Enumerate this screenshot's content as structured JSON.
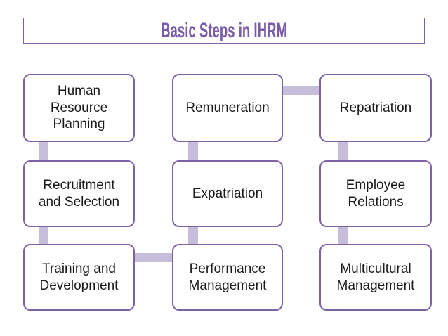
{
  "title": {
    "text": "Basic Steps in IHRM"
  },
  "colors": {
    "box_border": "#7E62A5",
    "connector_fill": "#C5BDD9",
    "title_text": "#7A5CA8",
    "box_text": "#1A1A1A",
    "background": "#FFFFFF"
  },
  "boxes": [
    {
      "name": "human-resource-planning",
      "label": "Human\nResource\nPlanning"
    },
    {
      "name": "remuneration",
      "label": "Remuneration"
    },
    {
      "name": "repatriation",
      "label": "Repatriation"
    },
    {
      "name": "recruitment-and-selection",
      "label": "Recruitment\nand Selection"
    },
    {
      "name": "expatriation",
      "label": "Expatriation"
    },
    {
      "name": "employee-relations",
      "label": "Employee\nRelations"
    },
    {
      "name": "training-and-development",
      "label": "Training and\nDevelopment"
    },
    {
      "name": "performance-management",
      "label": "Performance\nManagement"
    },
    {
      "name": "multicultural-management",
      "label": "Multicultural\nManagement"
    }
  ],
  "connections": [
    "human-resource-planning -> recruitment-and-selection",
    "recruitment-and-selection -> training-and-development",
    "training-and-development -> performance-management",
    "performance-management -> expatriation",
    "expatriation -> remuneration",
    "remuneration -> repatriation",
    "repatriation -> employee-relations",
    "employee-relations -> multicultural-management"
  ]
}
